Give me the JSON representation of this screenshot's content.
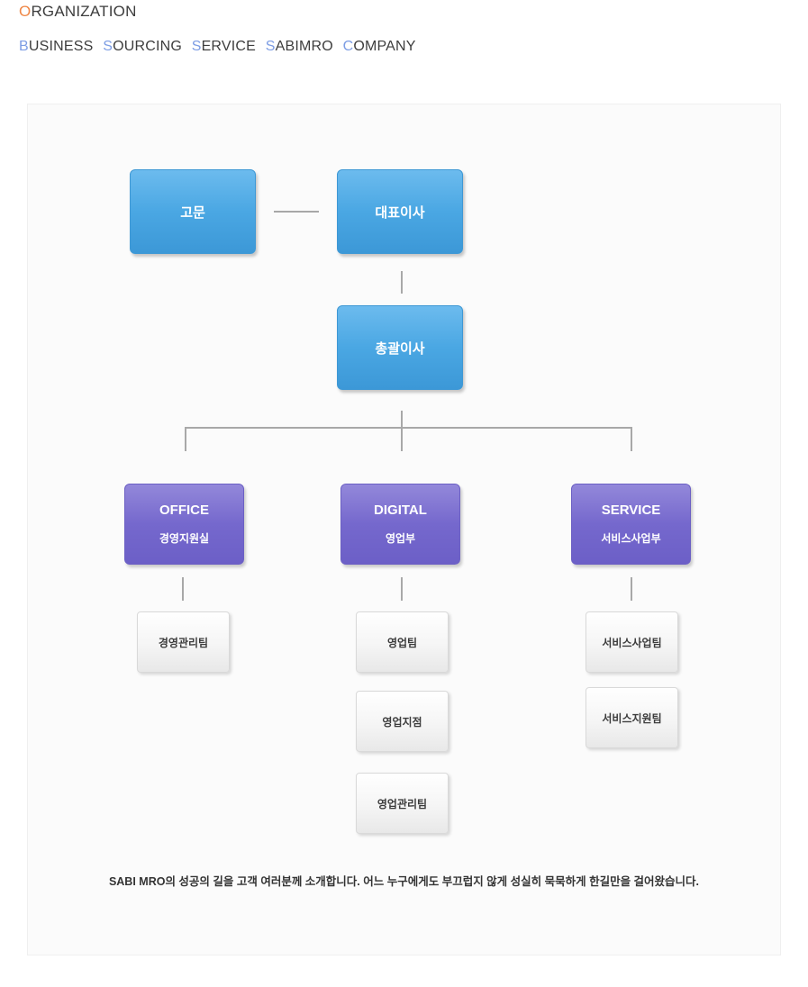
{
  "header": {
    "title": {
      "accent": "O",
      "rest": "RGANIZATION"
    },
    "subtitle": [
      {
        "accent": "B",
        "rest": "USINESS"
      },
      {
        "accent": "S",
        "rest": "OURCING"
      },
      {
        "accent": "S",
        "rest": "ERVICE"
      },
      {
        "accent": "S",
        "rest": "ABIMRO"
      },
      {
        "accent": "C",
        "rest": "OMPANY"
      }
    ]
  },
  "colors": {
    "title_accent": "#ef8746",
    "subtitle_accent": "#7d9de4",
    "executive_node_top": "#6cbbee",
    "executive_node_bottom": "#3c98d7",
    "department_node_top": "#9388da",
    "department_node_bottom": "#6c5fc7",
    "team_node_top": "#ffffff",
    "team_node_bottom": "#e8e8e8",
    "connector": "#a8a8a8",
    "panel_background": "#fbfbfb"
  },
  "org_chart": {
    "executives": {
      "advisor": "고문",
      "ceo": "대표이사",
      "managing_director": "총괄이사"
    },
    "departments": [
      {
        "en": "OFFICE",
        "ko": "경영지원실"
      },
      {
        "en": "DIGITAL",
        "ko": "영업부"
      },
      {
        "en": "SERVICE",
        "ko": "서비스사업부"
      }
    ],
    "teams": {
      "office": [
        "경영관리팀"
      ],
      "digital": [
        "영업팀",
        "영업지점",
        "영업관리팀"
      ],
      "service": [
        "서비스사업팀",
        "서비스지원팀"
      ]
    },
    "note": "SABI MRO의 성공의 길을 고객 여러분께 소개합니다. 어느 누구에게도 부끄럽지 않게 성실히 묵묵하게 한길만을 걸어왔습니다."
  }
}
